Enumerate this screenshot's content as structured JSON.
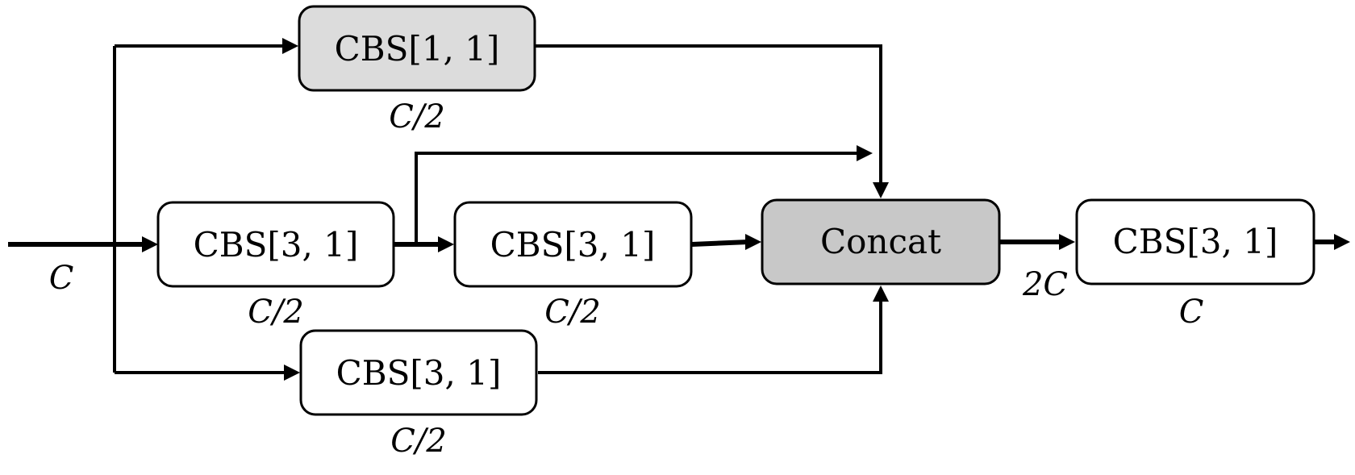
{
  "colors": {
    "plain_fill": "#ffffff",
    "shaded_fill": "#dcdcdc",
    "concat_fill": "#c8c8c8",
    "stroke": "#000000"
  },
  "nodes": {
    "cbs_top": {
      "label": "CBS[1, 1]",
      "channels": "C/2"
    },
    "cbs_mid1": {
      "label": "CBS[3, 1]",
      "channels": "C/2"
    },
    "cbs_mid2": {
      "label": "CBS[3, 1]",
      "channels": "C/2"
    },
    "cbs_bottom": {
      "label": "CBS[3, 1]",
      "channels": "C/2"
    },
    "concat": {
      "label": "Concat",
      "channels": "2C"
    },
    "cbs_out": {
      "label": "CBS[3, 1]",
      "channels": "C"
    }
  },
  "input": {
    "channels": "C"
  }
}
